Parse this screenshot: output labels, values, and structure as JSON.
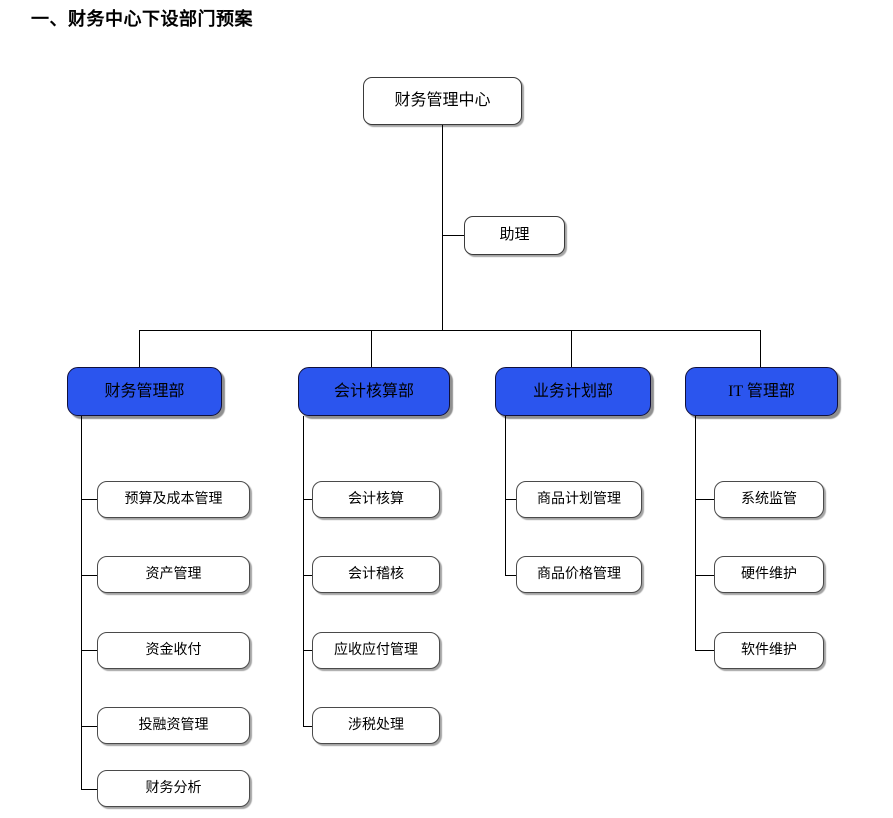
{
  "document": {
    "heading": "一、财务中心下设部门预案"
  },
  "org_chart": {
    "root": {
      "label": "财务管理中心"
    },
    "assistant": {
      "label": "助理"
    },
    "departments": [
      {
        "label": "财务管理部",
        "color": "#2b55ee",
        "children": [
          {
            "label": "预算及成本管理"
          },
          {
            "label": "资产管理"
          },
          {
            "label": "资金收付"
          },
          {
            "label": "投融资管理"
          },
          {
            "label": "财务分析"
          }
        ]
      },
      {
        "label": "会计核算部",
        "color": "#2b55ee",
        "children": [
          {
            "label": "会计核算"
          },
          {
            "label": "会计稽核"
          },
          {
            "label": "应收应付管理"
          },
          {
            "label": "涉税处理"
          }
        ]
      },
      {
        "label": "业务计划部",
        "color": "#2b55ee",
        "children": [
          {
            "label": "商品计划管理"
          },
          {
            "label": "商品价格管理"
          }
        ]
      },
      {
        "label": "IT 管理部",
        "color": "#2b55ee",
        "children": [
          {
            "label": "系统监管"
          },
          {
            "label": "硬件维护"
          },
          {
            "label": "软件维护"
          }
        ]
      }
    ]
  },
  "colors": {
    "department_fill": "#2b55ee",
    "line": "#000000",
    "box_border": "#3a3a3a",
    "background": "#ffffff"
  }
}
